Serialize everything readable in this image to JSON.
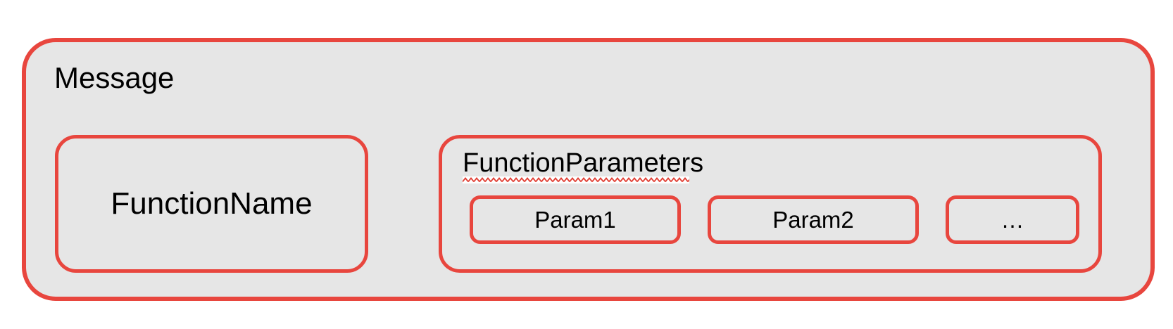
{
  "diagram": {
    "message_box": {
      "label": "Message"
    },
    "function_name_box": {
      "label": "FunctionName"
    },
    "function_parameters_box": {
      "label": "FunctionParameters",
      "params": [
        {
          "label": "Param1"
        },
        {
          "label": "Param2"
        },
        {
          "label": "…"
        }
      ]
    },
    "colors": {
      "border_red": "#E8463E",
      "box_fill": "#E6E6E6",
      "squiggle_red": "#E03A2F",
      "squiggle_band": "#FFFFFF",
      "text": "#000000",
      "page_background": "#FFFFFF"
    }
  }
}
